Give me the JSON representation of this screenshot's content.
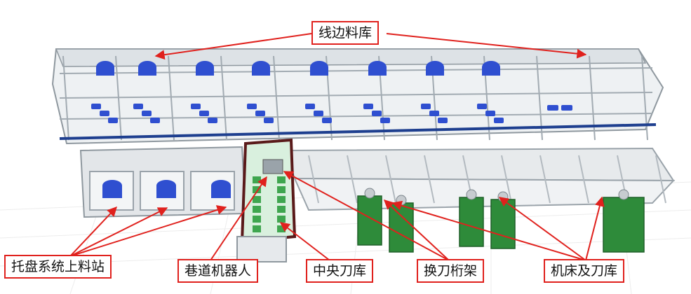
{
  "labels": {
    "side_tool_store": "线边料库",
    "pallet_loading_station": "托盘系统上料站",
    "aisle_robot": "巷道机器人",
    "central_tool_magazine": "中央刀库",
    "tool_change_gantry": "换刀桁架",
    "machine_and_tool_magazine": "机床及刀库"
  },
  "colors": {
    "callout_line": "#e0211d",
    "frame_steel": "#9aa3aa",
    "tool_blue": "#2f4fd0",
    "rail_blue": "#1e3f8f",
    "cabinet_green": "#2e8b3a",
    "robot_frame": "#5a1a1a",
    "floor_grid": "#e6e6e6"
  },
  "icons": [
    "warehouse-rack",
    "tool-drum",
    "robot-cell",
    "machine-tool"
  ]
}
